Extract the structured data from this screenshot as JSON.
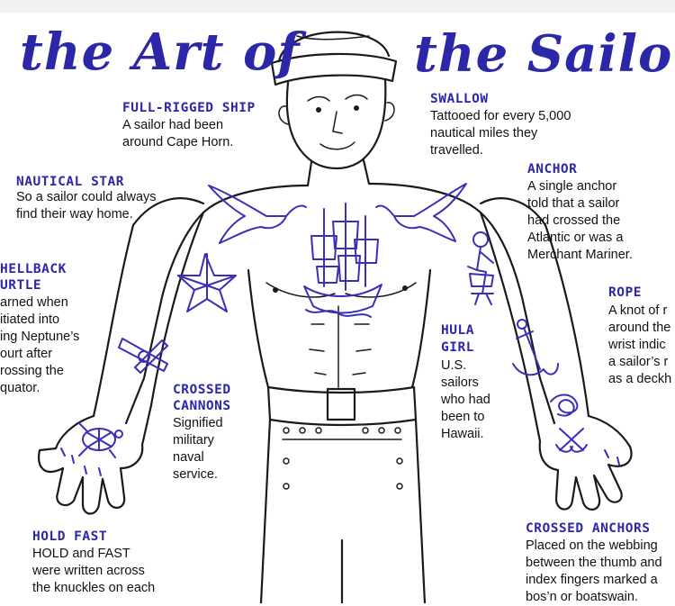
{
  "title": {
    "left": "the Art of",
    "right": "the Sailor"
  },
  "labels": {
    "full_rigged_ship": {
      "heading": "FULL-RIGGED SHIP",
      "lines": [
        "A sailor had been",
        "around Cape Horn."
      ]
    },
    "swallow": {
      "heading": "SWALLOW",
      "lines": [
        "Tattooed for every 5,000",
        "nautical miles they",
        "travelled."
      ]
    },
    "nautical_star": {
      "heading": "NAUTICAL STAR",
      "lines": [
        "So a sailor could always",
        "find their way home."
      ]
    },
    "anchor": {
      "heading": "ANCHOR",
      "lines": [
        "A single anchor",
        "told that a sailor",
        "had crossed the",
        "Atlantic or was a",
        "Merchant Mariner."
      ]
    },
    "shellback_turtle": {
      "heading_lines": [
        "HELLBACK",
        "URTLE"
      ],
      "lines": [
        "arned when",
        "itiated into",
        "ing Neptune’s",
        "ourt after",
        "rossing the",
        "quator."
      ]
    },
    "rope": {
      "heading": "ROPE",
      "lines": [
        "A knot of r",
        "around the",
        "wrist indic",
        "a sailor’s r",
        "as a deckh"
      ]
    },
    "hula_girl": {
      "heading_lines": [
        "HULA",
        "GIRL"
      ],
      "lines": [
        "U.S.",
        "sailors",
        "who had",
        "been to",
        "Hawaii."
      ]
    },
    "crossed_cannons": {
      "heading_lines": [
        "CROSSED",
        "CANNONS"
      ],
      "lines": [
        "Signified",
        "military",
        "naval",
        "service."
      ]
    },
    "hold_fast": {
      "heading": "HOLD FAST",
      "lines": [
        "HOLD and FAST",
        "were written across",
        "the knuckles on each"
      ]
    },
    "crossed_anchors": {
      "heading": "CROSSED ANCHORS",
      "lines": [
        "Placed on the webbing",
        "between the thumb and",
        "index fingers marked a",
        "bos’n or boatswain."
      ]
    }
  },
  "colors": {
    "tattoo_ink": "#3a2fb8",
    "heading_blue": "#2c27a8",
    "line_ink": "#1a1a1a",
    "background": "#ffffff"
  }
}
